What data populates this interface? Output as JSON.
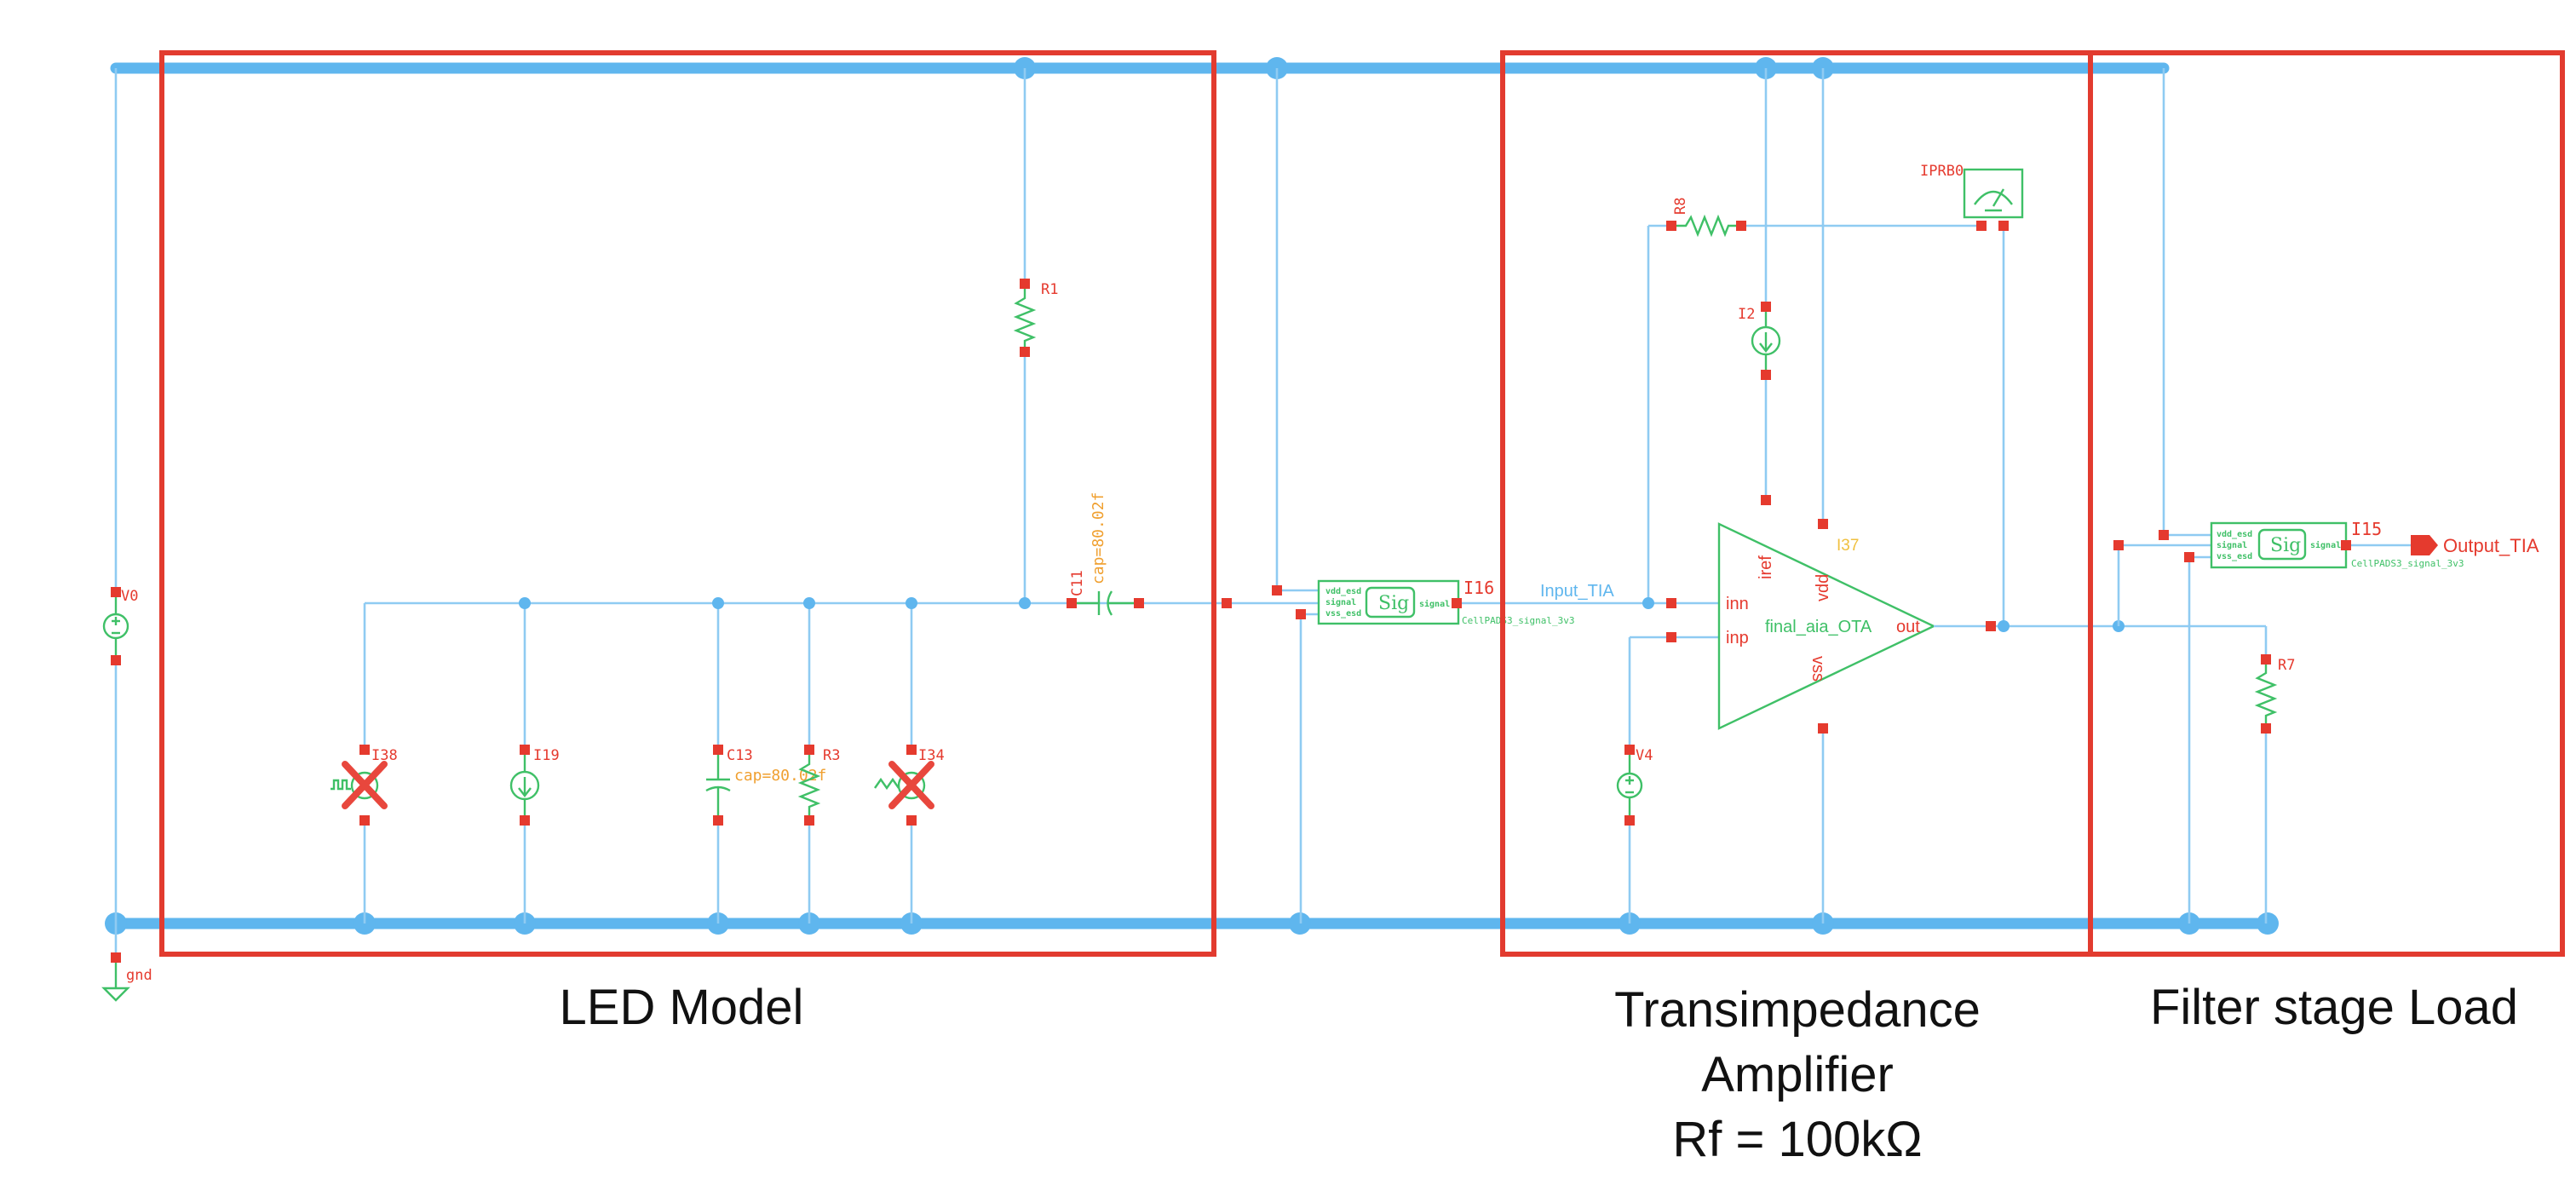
{
  "sections": {
    "led_model": "LED Model",
    "tia_line1": "Transimpedance",
    "tia_line2": "Amplifier",
    "tia_line3": "Rf = 100kΩ",
    "filter": "Filter stage Load"
  },
  "components": {
    "v0": "V0",
    "gnd": "gnd",
    "r1": "R1",
    "c11": "C11",
    "c11_value": "cap=80.02f",
    "i38": "I38",
    "i19": "I19",
    "c13": "C13",
    "c13_value": "cap=80.02f",
    "r3": "R3",
    "i34": "I34",
    "i16": "I16",
    "i16_sig": "Sig",
    "i16_pin_vdd": "vdd_esd",
    "i16_pin_signal": "signal",
    "i16_pin_vss": "vss_esd",
    "i16_pin_out": "signal",
    "i16_cell": "CellPADS3_signal_3v3",
    "r8": "R8",
    "iprb0": "IPRB0",
    "i2": "I2",
    "i37": "I37",
    "ota_name": "final_aia_OTA",
    "ota_inn": "inn",
    "ota_inp": "inp",
    "ota_iref": "iref",
    "ota_vdd": "vdd",
    "ota_vss": "vss",
    "ota_out": "out",
    "v4": "V4",
    "r7": "R7",
    "i15": "I15",
    "i15_sig": "Sig",
    "i15_pin_vdd": "vdd_esd",
    "i15_pin_signal": "signal",
    "i15_pin_vss": "vss_esd",
    "i15_pin_out": "signal",
    "i15_cell": "CellPADS3_signal_3v3",
    "net_input": "Input_TIA",
    "net_output": "Output_TIA"
  }
}
